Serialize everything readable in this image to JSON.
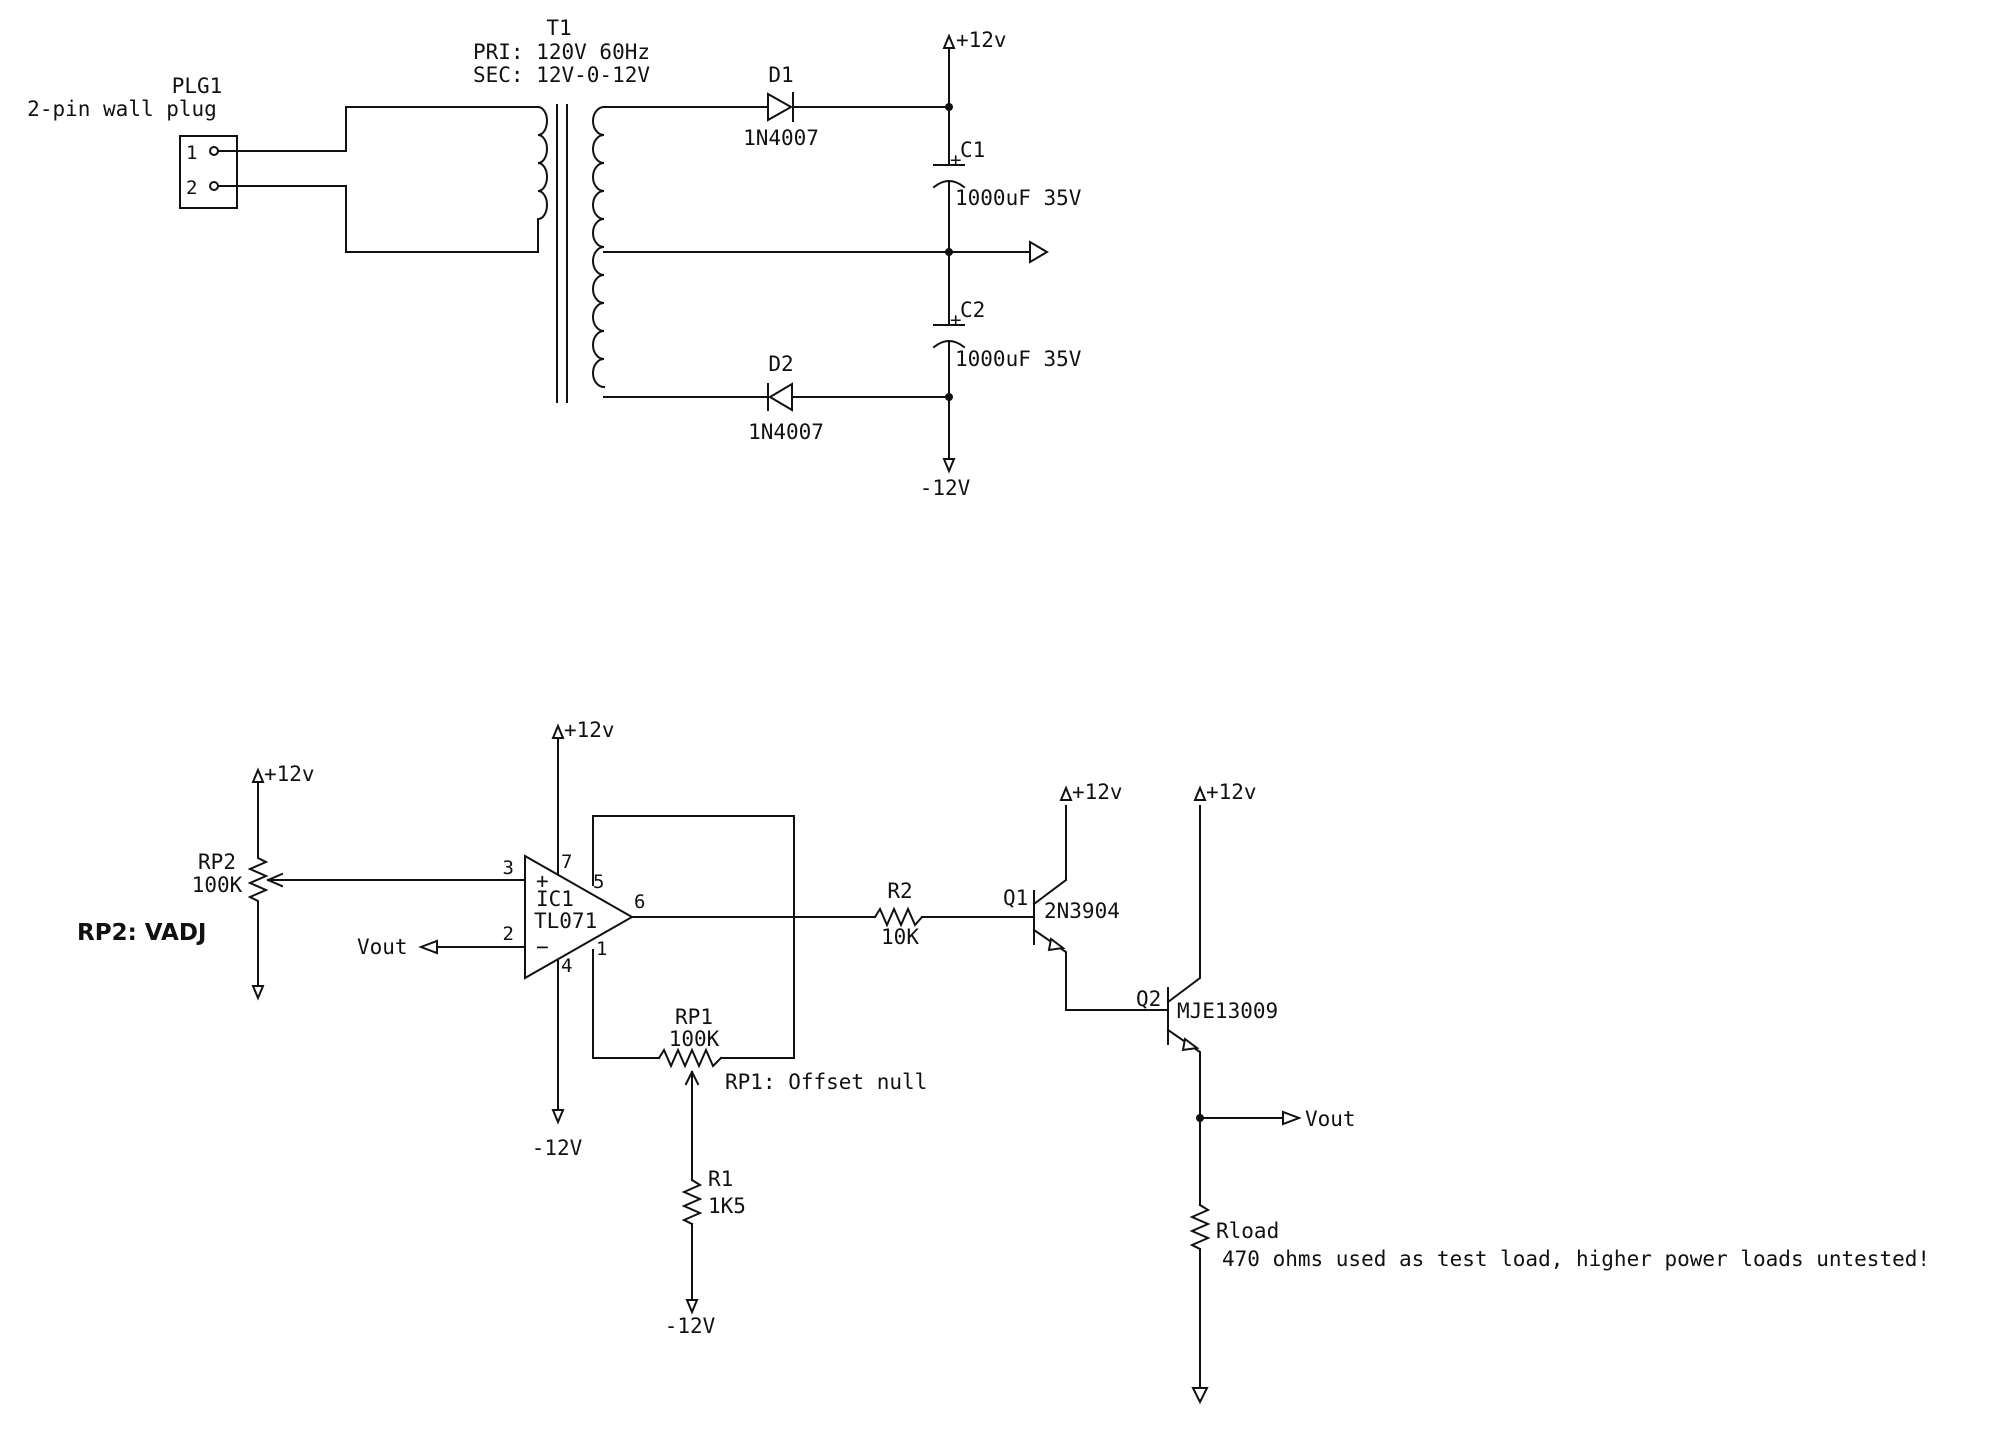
{
  "power_supply": {
    "plug": {
      "ref": "PLG1",
      "desc": "2-pin wall plug",
      "pin1": "1",
      "pin2": "2"
    },
    "transformer": {
      "ref": "T1",
      "primary": "PRI: 120V 60Hz",
      "secondary": "SEC: 12V-0-12V"
    },
    "d1": {
      "ref": "D1",
      "value": "1N4007"
    },
    "d2": {
      "ref": "D2",
      "value": "1N4007"
    },
    "c1": {
      "ref": "C1",
      "value": "1000uF 35V",
      "plus": "+"
    },
    "c2": {
      "ref": "C2",
      "value": "1000uF 35V",
      "plus": "+"
    },
    "rail_pos": "+12v",
    "rail_neg": "-12V"
  },
  "amplifier": {
    "rp2": {
      "ref": "RP2",
      "value": "100K"
    },
    "rp2_note": "RP2: VADJ",
    "ic1": {
      "ref": "IC1",
      "value": "TL071",
      "plus": "+",
      "minus": "−",
      "pin3": "3",
      "pin2": "2",
      "pin7": "7",
      "pin4": "4",
      "pin5": "5",
      "pin1": "1",
      "pin6": "6"
    },
    "rp1": {
      "ref": "RP1",
      "value": "100K"
    },
    "rp1_note": "RP1: Offset null",
    "r1": {
      "ref": "R1",
      "value": "1K5"
    },
    "r2": {
      "ref": "R2",
      "value": "10K"
    },
    "q1": {
      "ref": "Q1",
      "value": "2N3904"
    },
    "q2": {
      "ref": "Q2",
      "value": "MJE13009"
    },
    "rload": {
      "ref": "Rload",
      "note": "470 ohms used as test load, higher power loads untested!"
    },
    "vout": "Vout",
    "rail_pos": "+12v",
    "rail_neg": "-12V"
  }
}
